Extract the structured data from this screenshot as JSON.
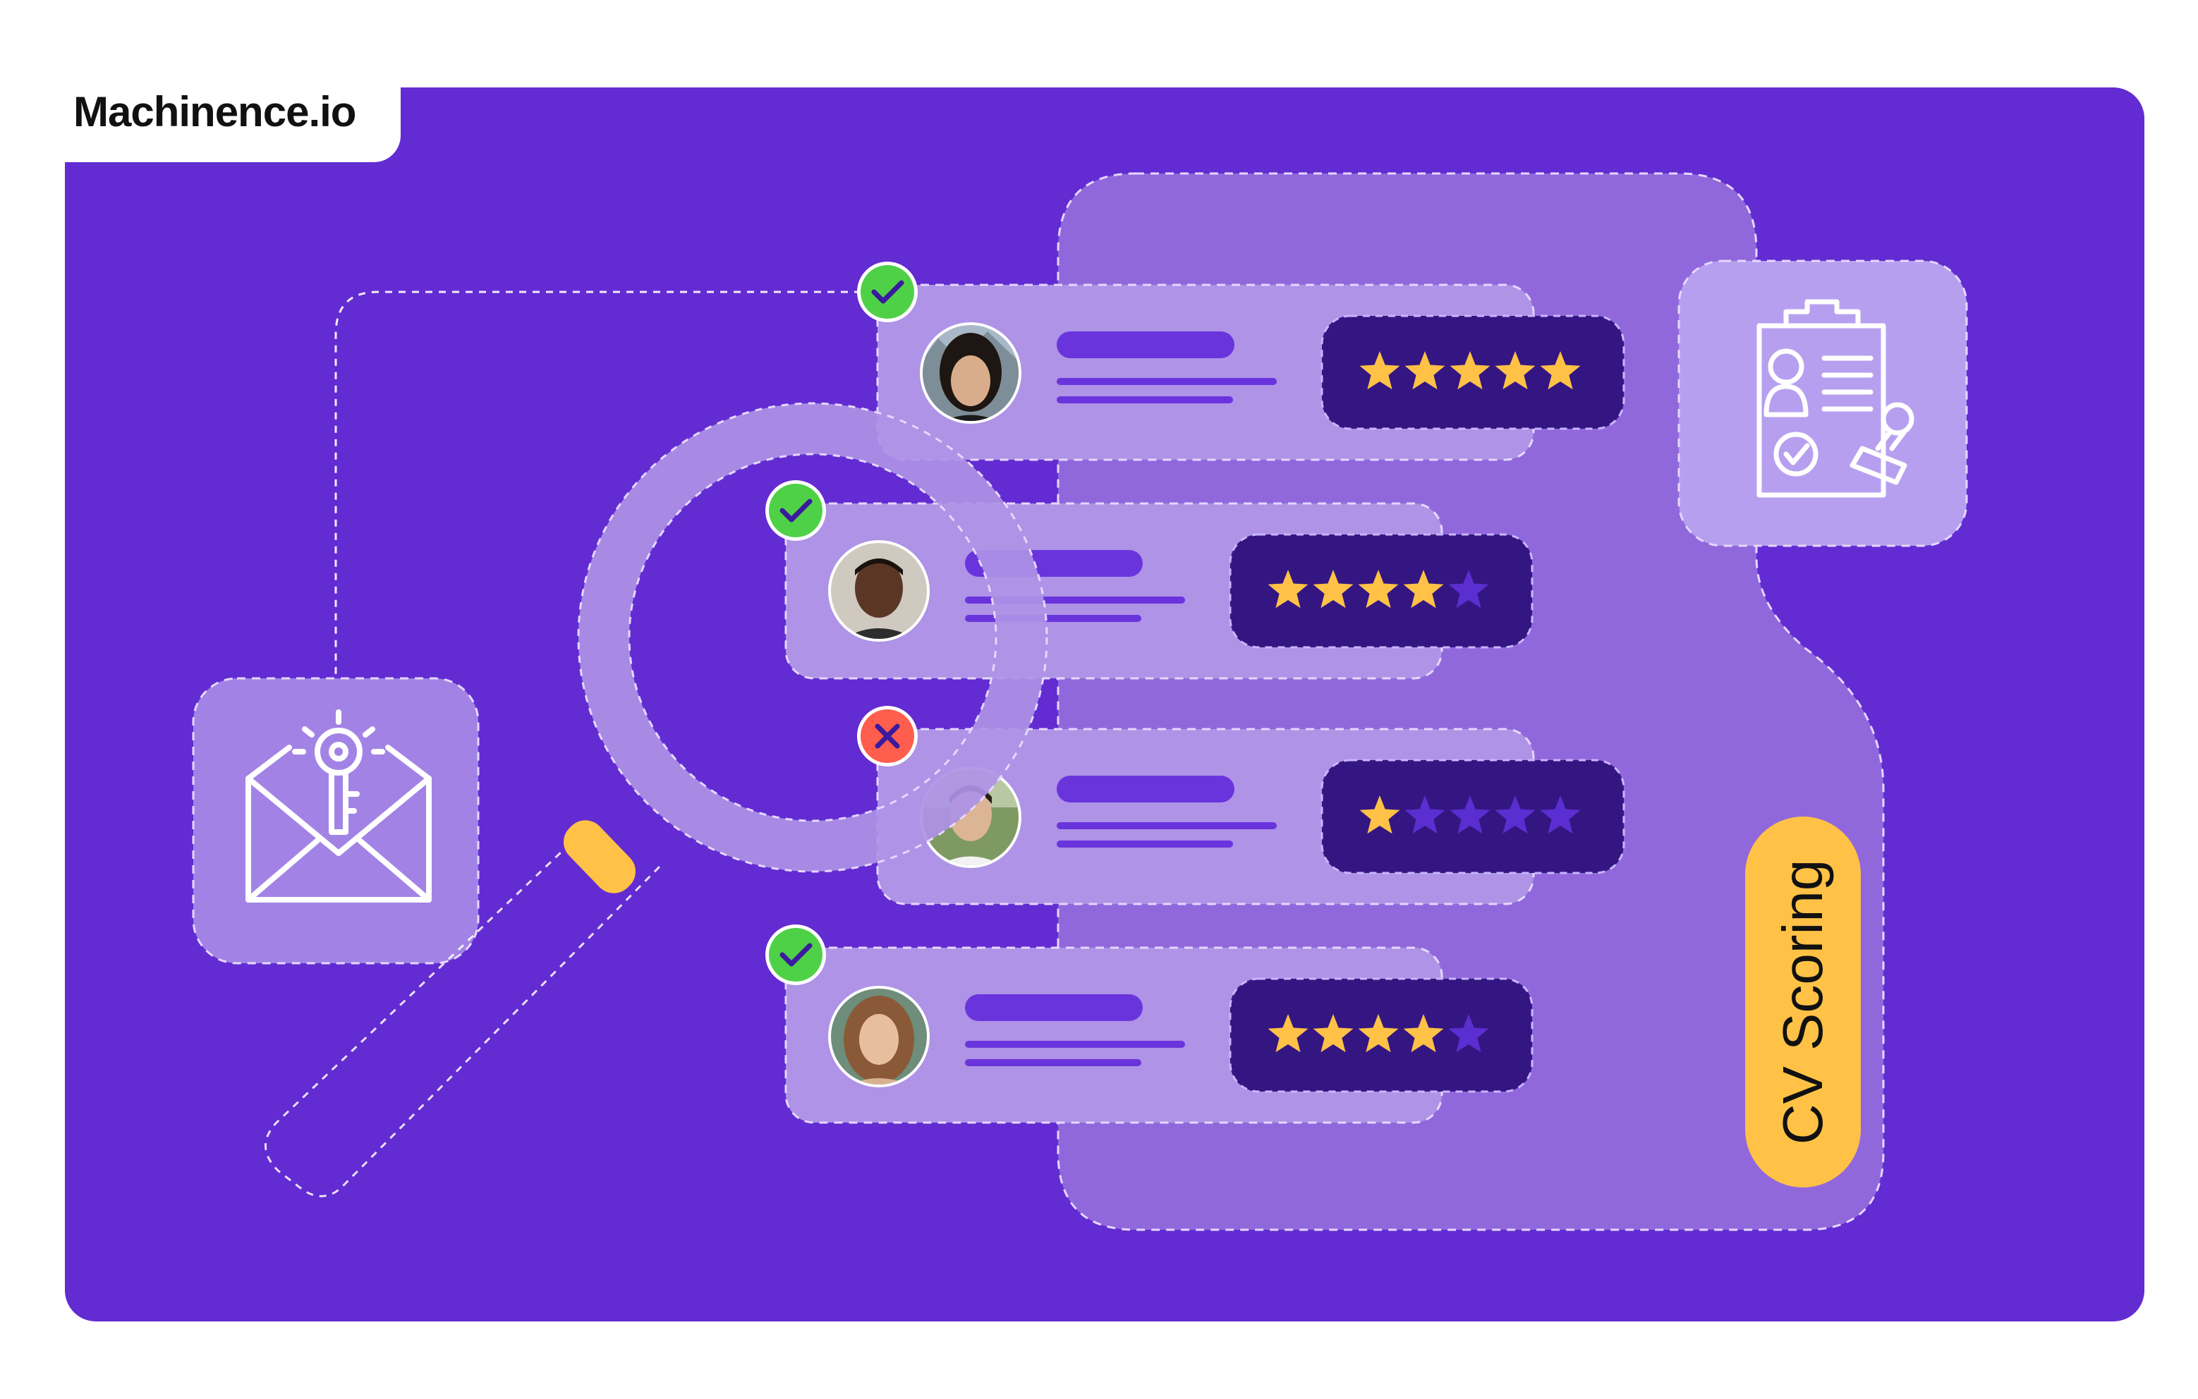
{
  "brand": {
    "name": "Machinence.io"
  },
  "badge": {
    "label": "CV Scoring"
  },
  "candidates": [
    {
      "status": "approved",
      "rating": 5,
      "rating_max": 5
    },
    {
      "status": "approved",
      "rating": 4,
      "rating_max": 5
    },
    {
      "status": "rejected",
      "rating": 1,
      "rating_max": 5
    },
    {
      "status": "approved",
      "rating": 4,
      "rating_max": 5
    }
  ],
  "icons": {
    "email": "envelope-key-icon",
    "document": "clipboard-resume-icon",
    "search": "magnifying-glass-icon",
    "approved": "check-icon",
    "rejected": "close-icon",
    "rating": "star-icon"
  },
  "colors": {
    "background": "#632bd2",
    "card": "#ae93e6",
    "rating_bar": "#341682",
    "star_filled": "#ffc246",
    "star_empty": "#5a2ed0",
    "approved": "#4fd147",
    "rejected": "#ff5d4d",
    "badge": "#ffc246"
  }
}
